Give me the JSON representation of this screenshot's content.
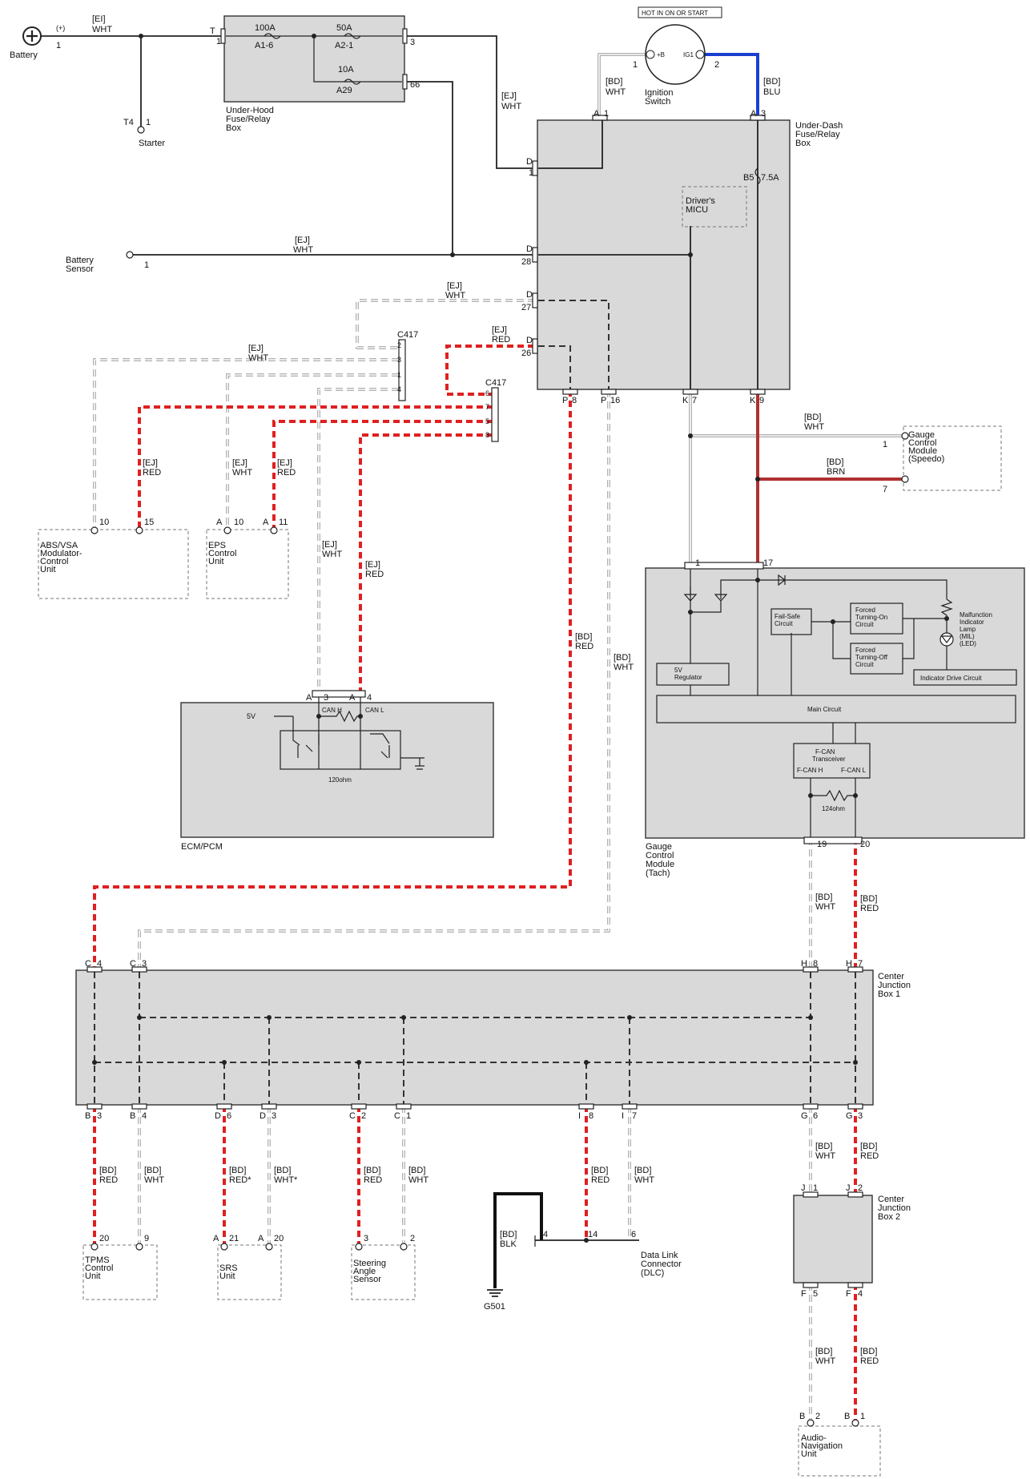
{
  "battery": {
    "label": "Battery",
    "polarity": "(+)",
    "pin": "1",
    "wire_code": "[EI]",
    "wire_color": "WHT"
  },
  "starter": {
    "label": "Starter",
    "connector": "T4",
    "pin": "1"
  },
  "battery_sensor": {
    "label_line1": "Battery",
    "label_line2": "Sensor",
    "pin": "1"
  },
  "under_hood_box": {
    "label_lines": [
      "Under-Hood",
      "Fuse/Relay",
      "Box"
    ],
    "fuse1": {
      "rating": "100A",
      "id": "A1-6"
    },
    "fuse2": {
      "rating": "50A",
      "id": "A2-1"
    },
    "fuse3": {
      "rating": "10A",
      "id": "A29"
    },
    "connector_in": "T",
    "pin_in": "1",
    "pin_out1": "3",
    "pin_out2": "66"
  },
  "ignition_switch": {
    "label_lines": [
      "Ignition",
      "Switch"
    ],
    "note": "HOT IN ON OR START",
    "terminal_b": "+B",
    "terminal_ig": "IG1",
    "pin1": "1",
    "pin2": "2"
  },
  "under_dash_box": {
    "label_lines": [
      "Under-Dash",
      "Fuse/Relay",
      "Box"
    ],
    "micu_lines": [
      "Driver's",
      "MICU"
    ],
    "fuse_id": "B5",
    "fuse_rating": "7.5A",
    "pins": {
      "a1": "A",
      "a1n": "1",
      "a3": "A",
      "a3n": "3",
      "d1": "D",
      "d1n": "1",
      "d28": "D",
      "d28n": "28",
      "d27": "D",
      "d27n": "27",
      "d26": "D",
      "d26n": "26",
      "p8": "P",
      "p8n": "8",
      "p16": "P",
      "p16n": "16",
      "k7": "K",
      "k7n": "7",
      "k9": "K",
      "k9n": "9"
    }
  },
  "wires": {
    "ej": "[EJ]",
    "bd": "[BD]",
    "wht": "WHT",
    "red": "RED",
    "blu": "BLU",
    "brn": "BRN",
    "blk": "BLK",
    "red_star": "RED*",
    "wht_star": "WHT*"
  },
  "c417": {
    "label": "C417",
    "upper_pins": [
      "2",
      "3",
      "1",
      "4"
    ],
    "lower_pins": [
      "6",
      "7",
      "5",
      "8"
    ]
  },
  "abs_vsa": {
    "label_lines": [
      "ABS/VSA",
      "Modulator-",
      "Control",
      "Unit"
    ],
    "pins": [
      "10",
      "15"
    ]
  },
  "eps": {
    "label_lines": [
      "EPS",
      "Control",
      "Unit"
    ],
    "pins": [
      "A",
      "10",
      "A",
      "11"
    ]
  },
  "ecm": {
    "label": "ECM/PCM",
    "v5": "5V",
    "can_h": "CAN H",
    "can_l": "CAN L",
    "resistor": "120ohm",
    "pins": [
      "A",
      "3",
      "A",
      "4"
    ]
  },
  "gauge_speedo": {
    "label_lines": [
      "Gauge",
      "Control",
      "Module",
      "(Speedo)"
    ],
    "pins": [
      "1",
      "7"
    ]
  },
  "gauge_tach": {
    "label_lines": [
      "Gauge",
      "Control",
      "Module",
      "(Tach)"
    ],
    "pins_top": [
      "1",
      "17"
    ],
    "pins_bottom": [
      "19",
      "20"
    ],
    "blocks": {
      "regulator_lines": [
        "5V",
        "Regulator"
      ],
      "failsafe_lines": [
        "Fail-Safe",
        "Circuit"
      ],
      "forced_on_lines": [
        "Forced",
        "Turning-On",
        "Circuit"
      ],
      "forced_off_lines": [
        "Forced",
        "Turning-Off",
        "Circuit"
      ],
      "mil_lines": [
        "Malfunction",
        "Indicator",
        "Lamp",
        "(MIL)",
        "(LED)"
      ],
      "indicator_drive": "Indicator Drive Circuit",
      "main": "Main Circuit",
      "transceiver_lines": [
        "F-CAN",
        "Transceiver"
      ],
      "fcan_h": "F-CAN H",
      "fcan_l": "F-CAN L",
      "resistor": "124ohm"
    }
  },
  "cjb1": {
    "label_lines": [
      "Center",
      "Junction",
      "Box 1"
    ],
    "top_pins": [
      [
        "C",
        "4"
      ],
      [
        "C",
        "3"
      ],
      [
        "H",
        "8"
      ],
      [
        "H",
        "7"
      ]
    ],
    "bottom_pins": [
      [
        "B",
        "3"
      ],
      [
        "B",
        "4"
      ],
      [
        "D",
        "6"
      ],
      [
        "D",
        "3"
      ],
      [
        "C",
        "2"
      ],
      [
        "C",
        "1"
      ],
      [
        "I",
        "8"
      ],
      [
        "I",
        "7"
      ],
      [
        "G",
        "6"
      ],
      [
        "G",
        "3"
      ]
    ]
  },
  "cjb2": {
    "label_lines": [
      "Center",
      "Junction",
      "Box 2"
    ],
    "top_pins": [
      [
        "J",
        "1"
      ],
      [
        "J",
        "2"
      ]
    ],
    "bottom_pins": [
      [
        "F",
        "5"
      ],
      [
        "F",
        "4"
      ]
    ]
  },
  "tpms": {
    "label_lines": [
      "TPMS",
      "Control",
      "Unit"
    ],
    "pins": [
      "20",
      "9"
    ]
  },
  "srs": {
    "label_lines": [
      "SRS",
      "Unit"
    ],
    "pins": [
      "A",
      "21",
      "A",
      "20"
    ]
  },
  "steering": {
    "label_lines": [
      "Steering",
      "Angle",
      "Sensor"
    ],
    "pins": [
      "3",
      "2"
    ]
  },
  "dlc": {
    "label_lines": [
      "Data Link",
      "Connector",
      "(DLC)"
    ],
    "pins": [
      "4",
      "14",
      "6"
    ]
  },
  "ground": {
    "label": "G501"
  },
  "audio_nav": {
    "label_lines": [
      "Audio-",
      "Navigation",
      "Unit"
    ],
    "pins": [
      "B",
      "2",
      "B",
      "1"
    ]
  }
}
